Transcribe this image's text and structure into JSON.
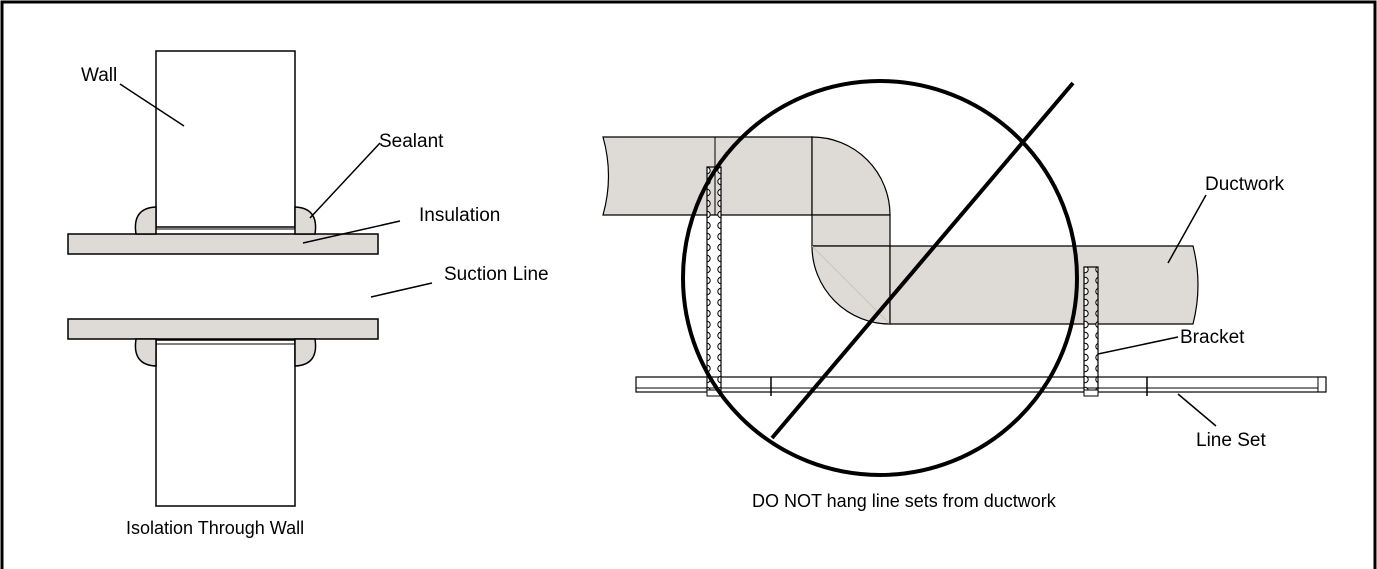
{
  "left_diagram": {
    "labels": {
      "wall": "Wall",
      "sealant": "Sealant",
      "insulation": "Insulation",
      "suction_line": "Suction Line"
    },
    "caption": "Isolation Through Wall"
  },
  "right_diagram": {
    "labels": {
      "ductwork": "Ductwork",
      "bracket": "Bracket",
      "line_set": "Line Set"
    },
    "caption": "DO NOT hang line sets from ductwork"
  },
  "colors": {
    "duct_fill": "#dedad6",
    "insulation_fill": "#dedad6",
    "stroke": "#000000",
    "background": "#ffffff"
  },
  "icons": {
    "prohibition": "no-symbol-circle-slash"
  }
}
